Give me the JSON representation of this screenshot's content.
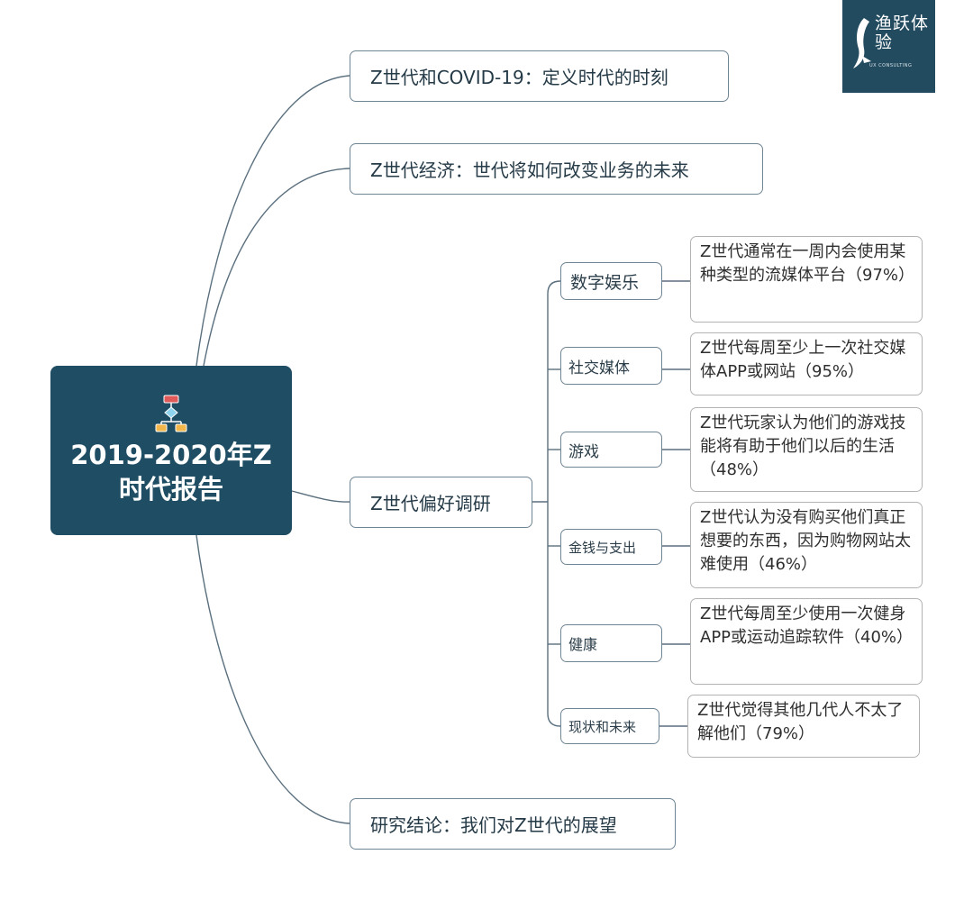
{
  "logo": {
    "text": "渔跃体验",
    "subtext": "UX CONSULTING"
  },
  "root": {
    "title": "2019-2020年Z时代报告",
    "icon": "flowchart-icon"
  },
  "main_topics": [
    "Z世代和COVID-19：定义时代的时刻",
    "Z世代经济：世代将如何改变业务的未来",
    "Z世代偏好调研",
    "研究结论：我们对Z世代的展望"
  ],
  "preference_branches": [
    {
      "label": "数字娱乐",
      "detail": "Z世代通常在一周内会使用某种类型的流媒体平台（97%）"
    },
    {
      "label": "社交媒体",
      "detail": "Z世代每周至少上一次社交媒体APP或网站（95%）"
    },
    {
      "label": "游戏",
      "detail": "Z世代玩家认为他们的游戏技能将有助于他们以后的生活（48%）"
    },
    {
      "label": "金钱与支出",
      "detail": "Z世代认为没有购买他们真正想要的东西，因为购物网站太难使用（46%）"
    },
    {
      "label": "健康",
      "detail": "Z世代每周至少使用一次健身APP或运动追踪软件（40%）"
    },
    {
      "label": "现状和未来",
      "detail": "Z世代觉得其他几代人不太了解他们（79%）"
    }
  ],
  "colors": {
    "root_background": "#1f4d63",
    "connector": "#5a6f7e",
    "node_border": "#6f8594",
    "detail_border": "#b3b3b3",
    "logo_background": "#234b60"
  }
}
